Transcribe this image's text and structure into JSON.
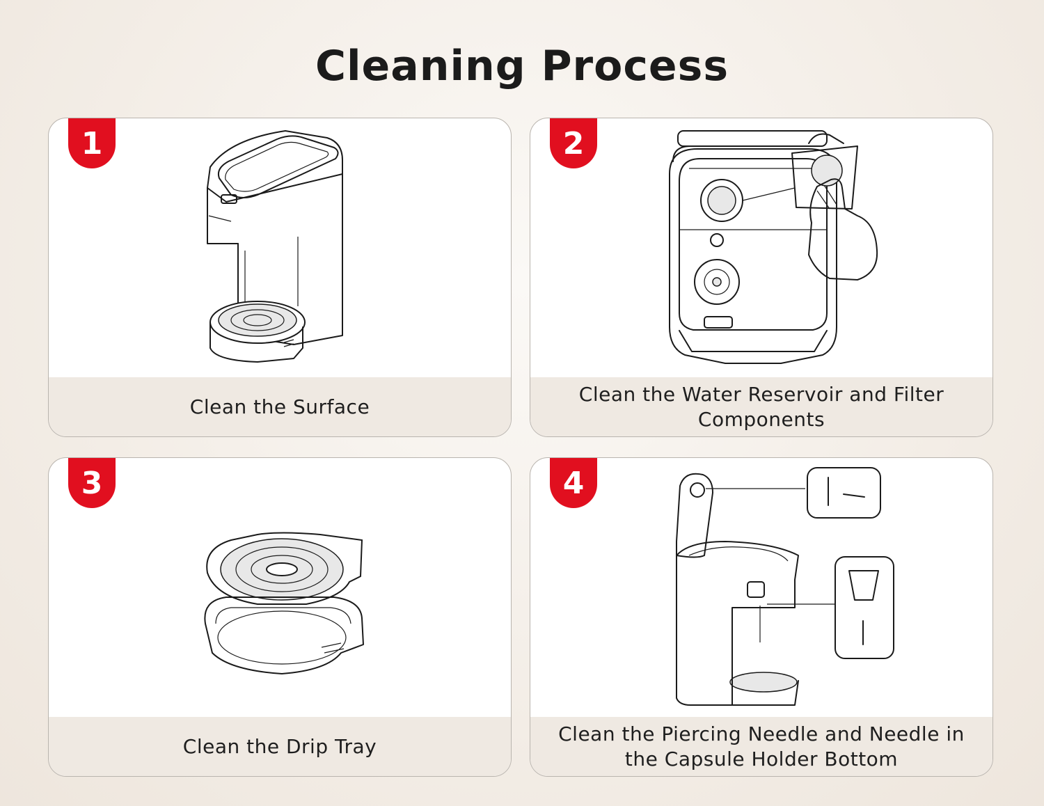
{
  "title": "Cleaning Process",
  "steps": [
    {
      "number": "1",
      "caption": "Clean the Surface"
    },
    {
      "number": "2",
      "caption": "Clean the Water Reservoir and Filter Components"
    },
    {
      "number": "3",
      "caption": "Clean the Drip Tray"
    },
    {
      "number": "4",
      "caption": "Clean the Piercing Needle and Needle in the Capsule Holder Bottom"
    }
  ],
  "colors": {
    "badge": "#e10f1f",
    "caption_bg": "#efe9e2",
    "card_border": "#b9b4ae"
  }
}
